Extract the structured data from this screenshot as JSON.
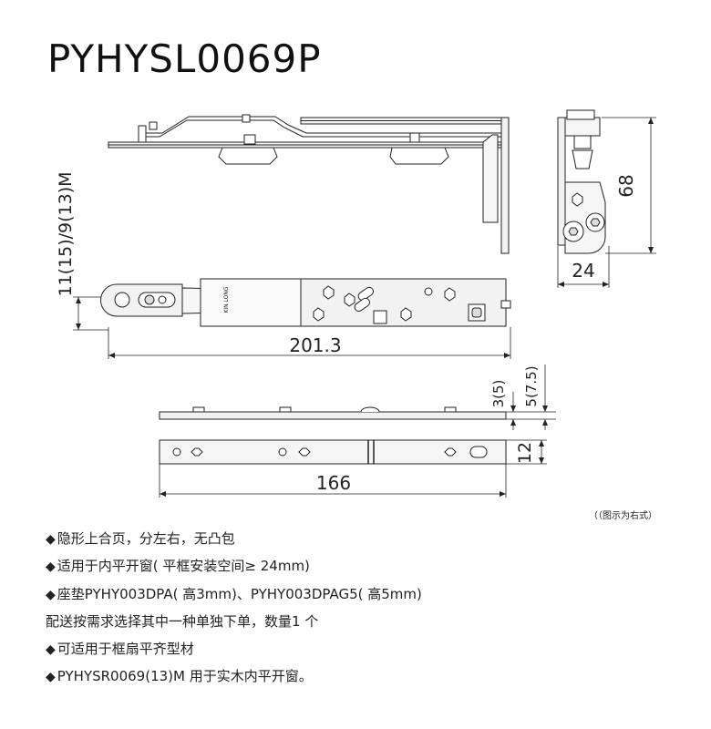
{
  "title": "PYHYSL0069P",
  "dimensions": {
    "side_view_height": "11(15)/9(13)M",
    "overall_length": "201.3",
    "end_view_height": "68",
    "end_view_width": "24",
    "seat_height_small": "3(5)",
    "seat_height_large": "5(7.5)",
    "seat_width": "12",
    "seat_length": "166"
  },
  "marking": "KIN LONG",
  "note": "（（图示为右式）",
  "specs": [
    {
      "bullet": "◆",
      "text": "隐形上合页，分左右，无凸包"
    },
    {
      "bullet": "◆",
      "text": "适用于内平开窗( 平框安装空间≥ 24mm)"
    },
    {
      "bullet": "◆",
      "text": "座垫PYHY003DPA( 高3mm)、PYHY003DPAG5( 高5mm)"
    },
    {
      "bullet": "",
      "text": "配送按需求选择其中一种单独下单，数量1 个"
    },
    {
      "bullet": "◆",
      "text": "可适用于框扇平齐型材"
    },
    {
      "bullet": "◆",
      "text": "PYHYSR0069(13)M 用于实木内平开窗。"
    }
  ],
  "colors": {
    "line": "#222222",
    "part_fill": "#f2f2f2",
    "hole_fill": "#dddddd"
  }
}
